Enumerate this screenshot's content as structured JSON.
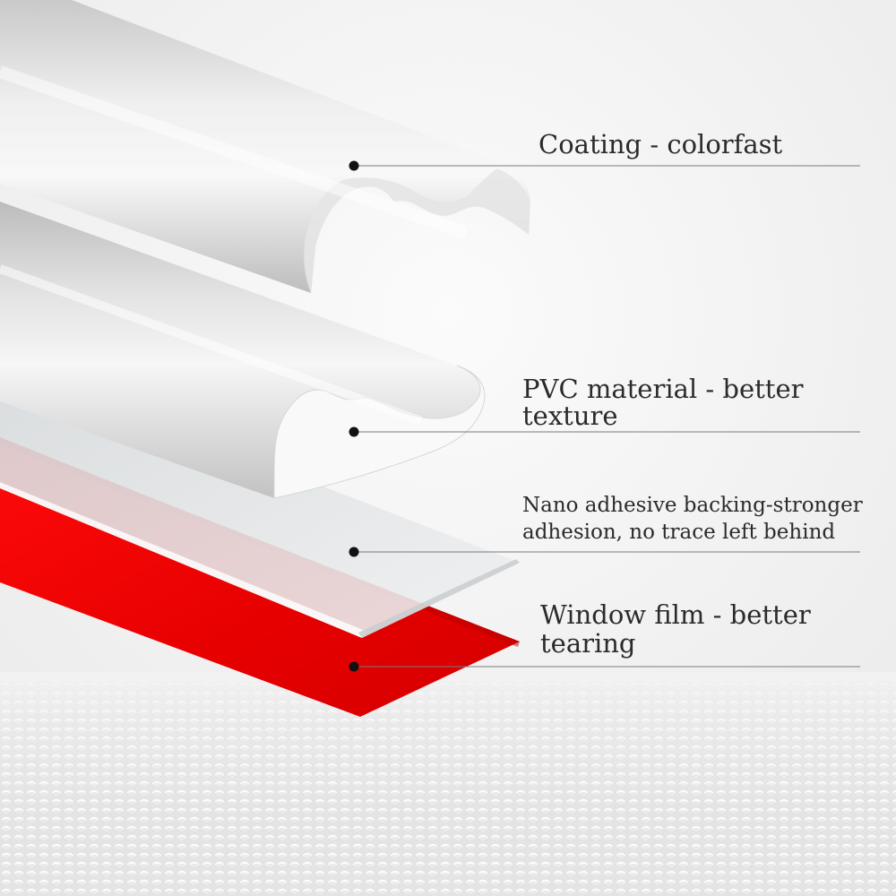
{
  "colors": {
    "background": "#f2f2f2",
    "strip_light": "#eeeeee",
    "strip_shadow": "#b9b9b9",
    "film_red": "#e30000",
    "leader_line": "#7a7a7a",
    "marker_dot": "#111111",
    "label_text": "#2b2b2b"
  },
  "callouts": [
    {
      "id": "coating",
      "text": "Coating - colorfast"
    },
    {
      "id": "pvc",
      "text": "PVC material - better\ntexture"
    },
    {
      "id": "nano",
      "text": "Nano adhesive backing-stronger\nadhesion, no trace left behind"
    },
    {
      "id": "film",
      "text": "Window film - better\ntearing"
    }
  ]
}
